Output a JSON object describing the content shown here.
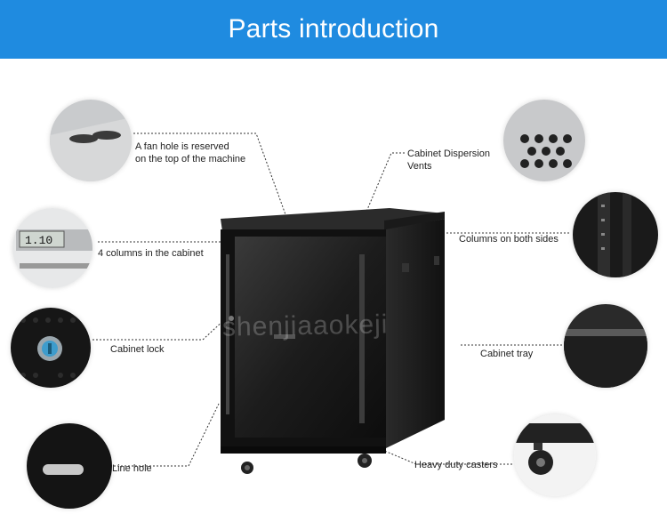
{
  "title": "Parts introduction",
  "watermark": "shenjiaaokeji",
  "colors": {
    "banner": "#1f8be0",
    "cabinet": "#1a1a1a",
    "leader": "#333333"
  },
  "callouts": {
    "fan_hole": {
      "line1": "A fan hole is reserved",
      "line2": "on the top of the machine"
    },
    "dispersion": {
      "line1": "Cabinet Dispersion",
      "line2": "Vents"
    },
    "columns_cabinet": "4 columns in the cabinet",
    "columns_sides": "Columns on both sides",
    "lock": "Cabinet lock",
    "tray": "Cabinet tray",
    "line_hole": "Line hole",
    "casters": "Heavy duty casters"
  },
  "lcd_reading": "1.10"
}
